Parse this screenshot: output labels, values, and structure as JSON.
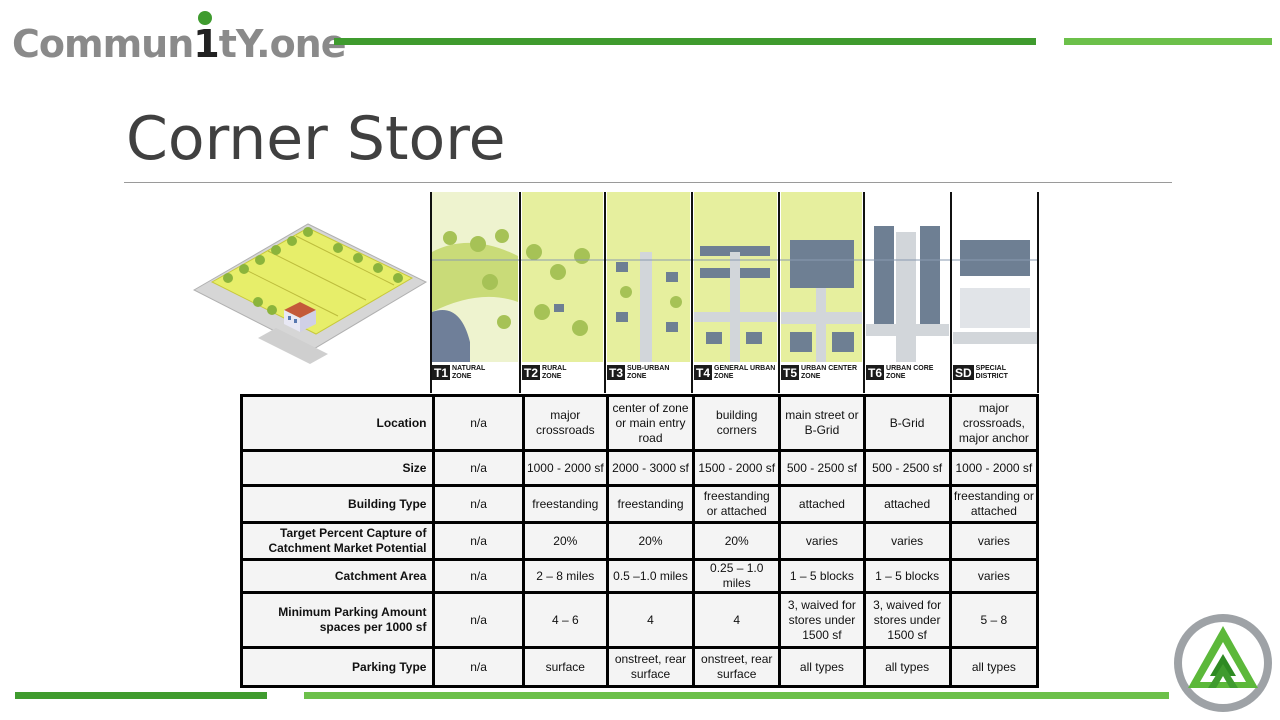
{
  "brand": {
    "pre": "Commun",
    "one": "1",
    "post": "tY.one"
  },
  "slide": {
    "title": "Corner Store"
  },
  "zones": [
    {
      "code": "T1",
      "name": "NATURAL ZONE"
    },
    {
      "code": "T2",
      "name": "RURAL ZONE"
    },
    {
      "code": "T3",
      "name": "SUB-URBAN ZONE"
    },
    {
      "code": "T4",
      "name": "GENERAL URBAN ZONE"
    },
    {
      "code": "T5",
      "name": "URBAN CENTER ZONE"
    },
    {
      "code": "T6",
      "name": "URBAN CORE ZONE"
    },
    {
      "code": "SD",
      "name": "SPECIAL DISTRICT"
    }
  ],
  "table": {
    "rows": [
      {
        "label": "Location",
        "cells": [
          "n/a",
          "major crossroads",
          "center of zone or main entry road",
          "building corners",
          "main street or B-Grid",
          "B-Grid",
          "major crossroads, major anchor"
        ]
      },
      {
        "label": "Size",
        "cells": [
          "n/a",
          "1000 - 2000 sf",
          "2000 - 3000 sf",
          "1500 - 2000 sf",
          "500 - 2500 sf",
          "500 - 2500 sf",
          "1000 - 2000 sf"
        ]
      },
      {
        "label": "Building Type",
        "cells": [
          "n/a",
          "freestanding",
          "freestanding",
          "freestanding or attached",
          "attached",
          "attached",
          "freestanding or attached"
        ]
      },
      {
        "label": "Target Percent Capture of Catchment Market Potential",
        "cells": [
          "n/a",
          "20%",
          "20%",
          "20%",
          "varies",
          "varies",
          "varies"
        ]
      },
      {
        "label": "Catchment Area",
        "cells": [
          "n/a",
          "2 – 8 miles",
          "0.5 –1.0 miles",
          "0.25 – 1.0 miles",
          "1 – 5 blocks",
          "1 – 5 blocks",
          "varies"
        ]
      },
      {
        "label": "Minimum Parking Amount spaces per 1000 sf",
        "cells": [
          "n/a",
          "4 – 6",
          "4",
          "4",
          "3, waived for stores under 1500 sf",
          "3, waived for stores under 1500 sf",
          "5 – 8"
        ]
      },
      {
        "label": "Parking Type",
        "cells": [
          "n/a",
          "surface",
          "onstreet, rear surface",
          "onstreet, rear surface",
          "all types",
          "all types",
          "all types"
        ]
      }
    ]
  },
  "colors": {
    "brand_green_dark": "#3f9b2e",
    "brand_green_light": "#6cc04a",
    "title_gray": "#404040"
  }
}
